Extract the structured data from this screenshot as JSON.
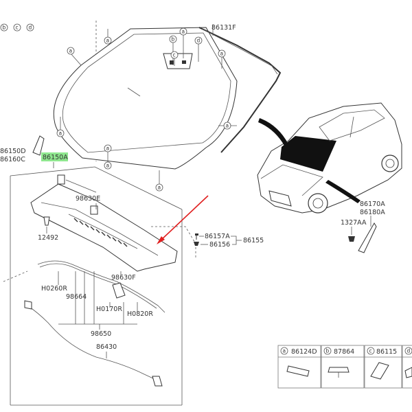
{
  "header_bubbles": [
    "b",
    "c",
    "d"
  ],
  "callouts": {
    "a": "a",
    "b": "b",
    "c": "c",
    "d": "d"
  },
  "labels": {
    "p86131F": "86131F",
    "p86150D": "86150D",
    "p86160C": "86160C",
    "p86150A": "86150A",
    "p98630E": "98630E",
    "p12492": "12492",
    "p86157A": "86157A",
    "p86156": "86156",
    "p86155": "86155",
    "p98630F": "98630F",
    "pH0260R": "H0260R",
    "p98664": "98664",
    "pH0170R": "H0170R",
    "pH0820R": "H0820R",
    "p98650": "98650",
    "p86430": "86430",
    "p86170A": "86170A",
    "p86180A": "86180A",
    "p1327AA": "1327AA"
  },
  "legend": [
    {
      "letter": "a",
      "part": "86124D"
    },
    {
      "letter": "b",
      "part": "87864"
    },
    {
      "letter": "c",
      "part": "86115"
    },
    {
      "letter": "d",
      "part": ""
    }
  ],
  "colors": {
    "highlight": "#7be37b",
    "arrow": "#e02020",
    "line": "#555555",
    "glass_black": "#111111"
  }
}
